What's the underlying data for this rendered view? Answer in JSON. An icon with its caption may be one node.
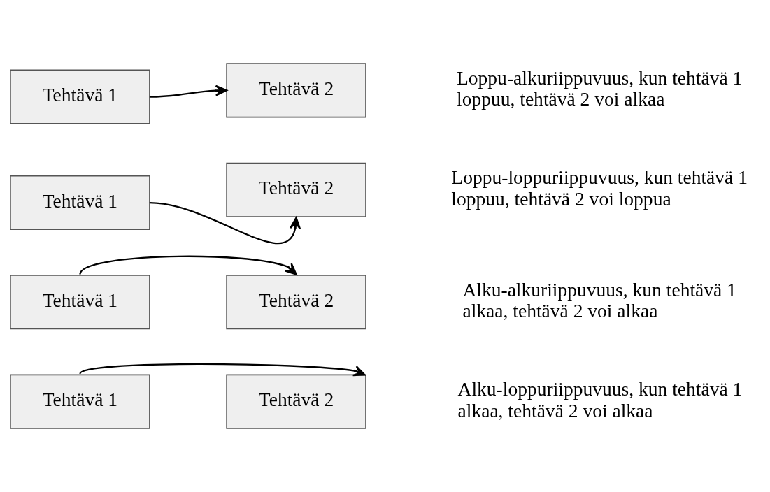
{
  "diagram": {
    "nodes": [
      {
        "text": [
          "Tehtävä 1"
        ]
      },
      {
        "text": [
          "Tehtävä 2"
        ]
      },
      {
        "text": [
          "Tehtävä 1"
        ]
      },
      {
        "text": [
          "Tehtävä 2"
        ]
      },
      {
        "text": [
          "Tehtävä 1"
        ]
      },
      {
        "text": [
          "Tehtävä 2"
        ]
      },
      {
        "text": [
          "Tehtävä 1"
        ]
      },
      {
        "text": [
          "Tehtävä 2"
        ]
      }
    ],
    "edges": [
      {
        "from": 0,
        "to": 1,
        "arrow": "to"
      },
      {
        "from": 2,
        "to": 3,
        "arrow": "to"
      },
      {
        "from": 4,
        "to": 5,
        "arrow": "to"
      },
      {
        "from": 6,
        "to": 7,
        "arrow": "to"
      }
    ],
    "labels": [
      "Loppu-alkuriippuvuus, kun tehtävä 1 loppuu, tehtävä 2 voi alkaa",
      "Loppu-loppuriippuvuus, kun tehtävä 1 loppuu, tehtävä 2 voi loppua",
      "Alku-alkuriippuvuus, kun tehtävä 1 alkaa, tehtävä 2 voi alkaa",
      "Alku-loppuriippuvuus, kun tehtävä 1 alkaa, tehtävä 2 voi alkaa"
    ]
  }
}
